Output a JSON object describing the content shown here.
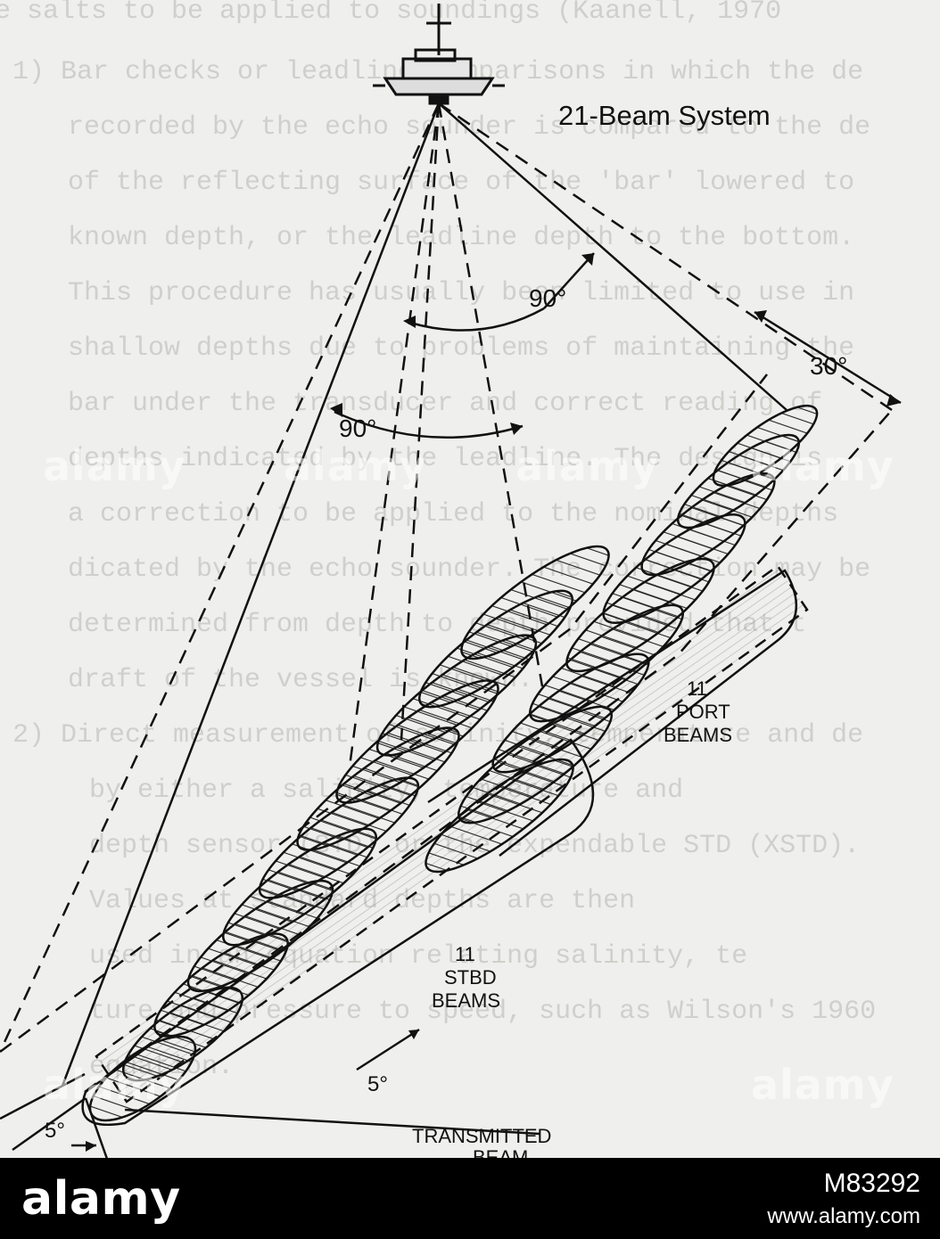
{
  "background_text": [
    "e salts to be applied to soundings (Kaanell, 1970",
    "1)  Bar checks or leadline comparisons in which the de",
    "recorded by the echo sounder is compared to the de",
    "of the reflecting surface of the 'bar' lowered to",
    "known depth, or the leadline depth to the bottom.",
    "This procedure has usually been limited to use in",
    "shallow depths due to problems of maintaining the",
    "bar under the transducer and correct reading of",
    "depths indicated by the leadline. The design is",
    "a correction to be applied to the nominal depths",
    "dicated by the echo sounder. The correction may be",
    "determined from depth to depth provided that t",
    "draft of the vessel is known.",
    "2)  Direct measurement of salinity, temperature and de",
    "by either a salinity, temperature and",
    "depth sensor (STD) or the expendable STD (XSTD).",
    "Values at standard depths are then",
    "used in an equation relating salinity, te",
    "ture and pressure to speed, such as Wilson's 1960",
    "equation."
  ],
  "labels": {
    "system": "21-Beam System",
    "angle_top": "90°",
    "angle_mid": "90°",
    "angle_30": "30°",
    "port_num": "11",
    "port_word1": "PORT",
    "port_word2": "BEAMS",
    "stbd_num": "11",
    "stbd_word1": "STBD",
    "stbd_word2": "BEAMS",
    "beam_5_right": "5°",
    "beam_5_left": "5°",
    "transmitted1": "TRANSMITTED",
    "transmitted2": "BEAM"
  },
  "watermark": "alamy",
  "footer": {
    "logo": "alamy",
    "image_id": "M83292",
    "url": "www.alamy.com"
  },
  "colors": {
    "ink": "#111111",
    "paper": "#efefed",
    "footer_bg": "#000000"
  }
}
